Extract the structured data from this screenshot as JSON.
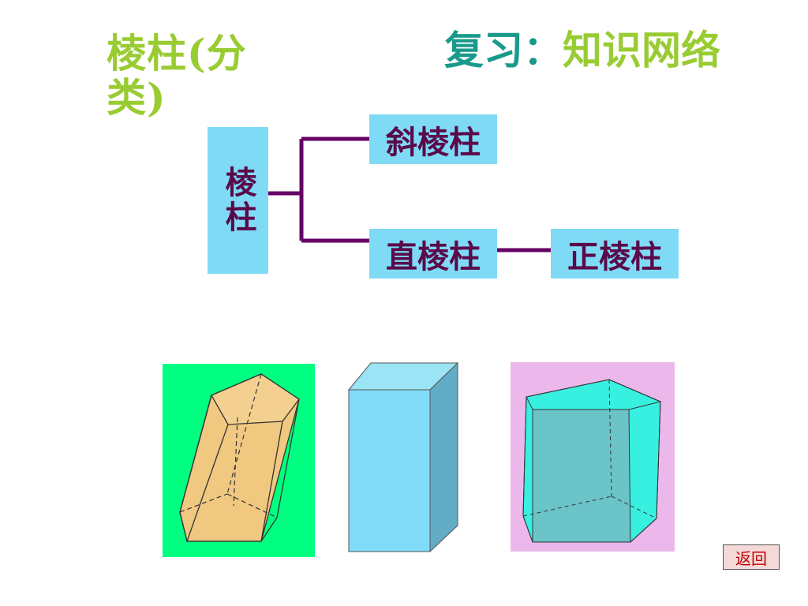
{
  "title_left": "棱柱(分类)",
  "title_right": {
    "review": "复习：",
    "network": "知识网络"
  },
  "tree": {
    "root": "棱柱",
    "oblique": "斜棱柱",
    "right": "直棱柱",
    "regular": "正棱柱"
  },
  "back_button": "返回",
  "colors": {
    "title_green": "#99cc33",
    "title_teal": "#1a9a8a",
    "box_fill": "#7fdbf5",
    "box_text": "#5a0a4a",
    "connector": "#660066",
    "fig1_bg": "#00ff80",
    "fig3_bg": "#ecb8ec"
  }
}
